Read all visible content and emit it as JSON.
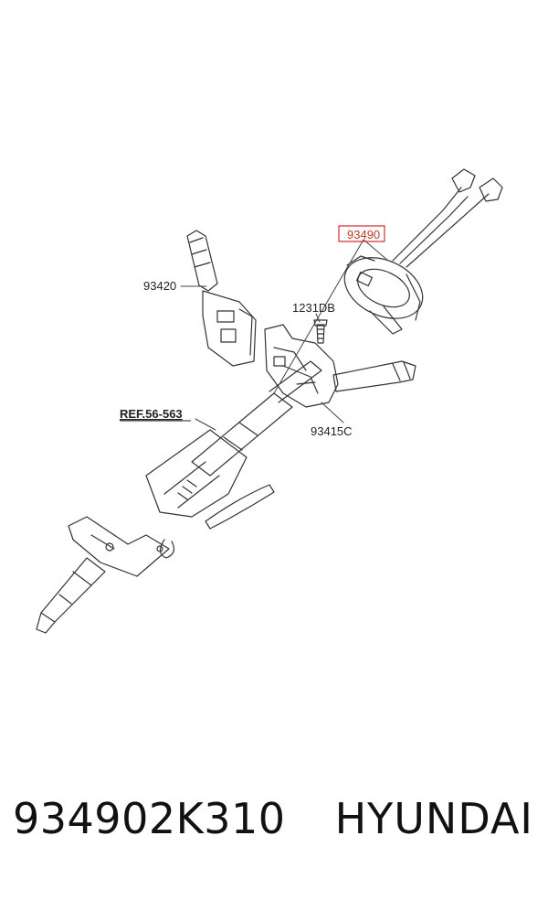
{
  "labels": {
    "part_93420": "93420",
    "part_1231DB": "1231DB",
    "part_93490": "93490",
    "part_93415C": "93415C",
    "ref": "REF.56-563"
  },
  "footer": {
    "part_number": "934902K310",
    "brand": "HYUNDAI"
  },
  "colors": {
    "highlight": "#d0303a",
    "line": "#333333"
  }
}
